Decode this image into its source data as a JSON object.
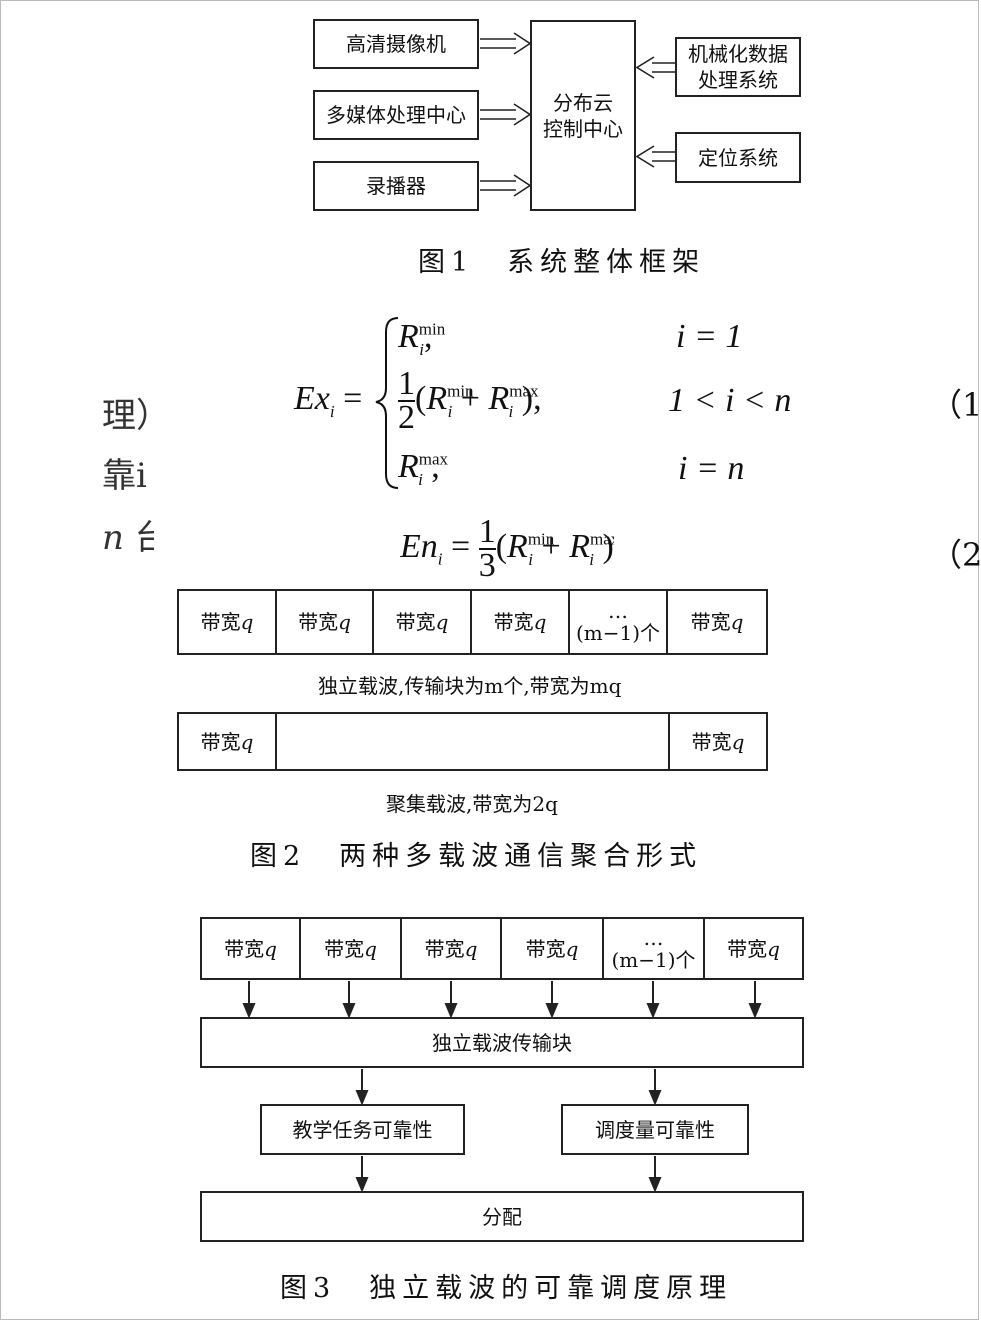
{
  "figure1": {
    "caption": "图1　系统整体框架",
    "left_boxes": [
      "高清摄像机",
      "多媒体处理中心",
      "录播器"
    ],
    "center_box": [
      "分布云",
      "控制中心"
    ],
    "right_boxes": [
      [
        "机械化数据",
        "处理系统"
      ],
      [
        "定位系统"
      ]
    ]
  },
  "equations": {
    "eq1_lhs": "Ex",
    "eq1_case1_cond": "i = 1",
    "eq1_case2_cond": "1 < i < n",
    "eq1_case3_cond": "i = n",
    "eq1_number": "（1",
    "eq2_lhs": "En",
    "eq2_number": "（2",
    "margin_lines": [
      "理）",
      "靠i",
      "n 台"
    ]
  },
  "figure2": {
    "cell_label": "带宽",
    "cell_var": "q",
    "ellipsis_top": "…",
    "ellipsis_bottom": "(m−1)个",
    "row1_label": "独立载波,传输块为m个,带宽为mq",
    "row2_label": "聚集载波,带宽为2q",
    "caption": "图2　两种多载波通信聚合形式"
  },
  "figure3": {
    "cell_label": "带宽",
    "cell_var": "q",
    "ellipsis_top": "…",
    "ellipsis_bottom": "(m−1)个",
    "transfer_block": "独立载波传输块",
    "left_reliability": "教学任务可靠性",
    "right_reliability": "调度量可靠性",
    "allocation": "分配",
    "caption": "图3　独立载波的可靠调度原理"
  }
}
